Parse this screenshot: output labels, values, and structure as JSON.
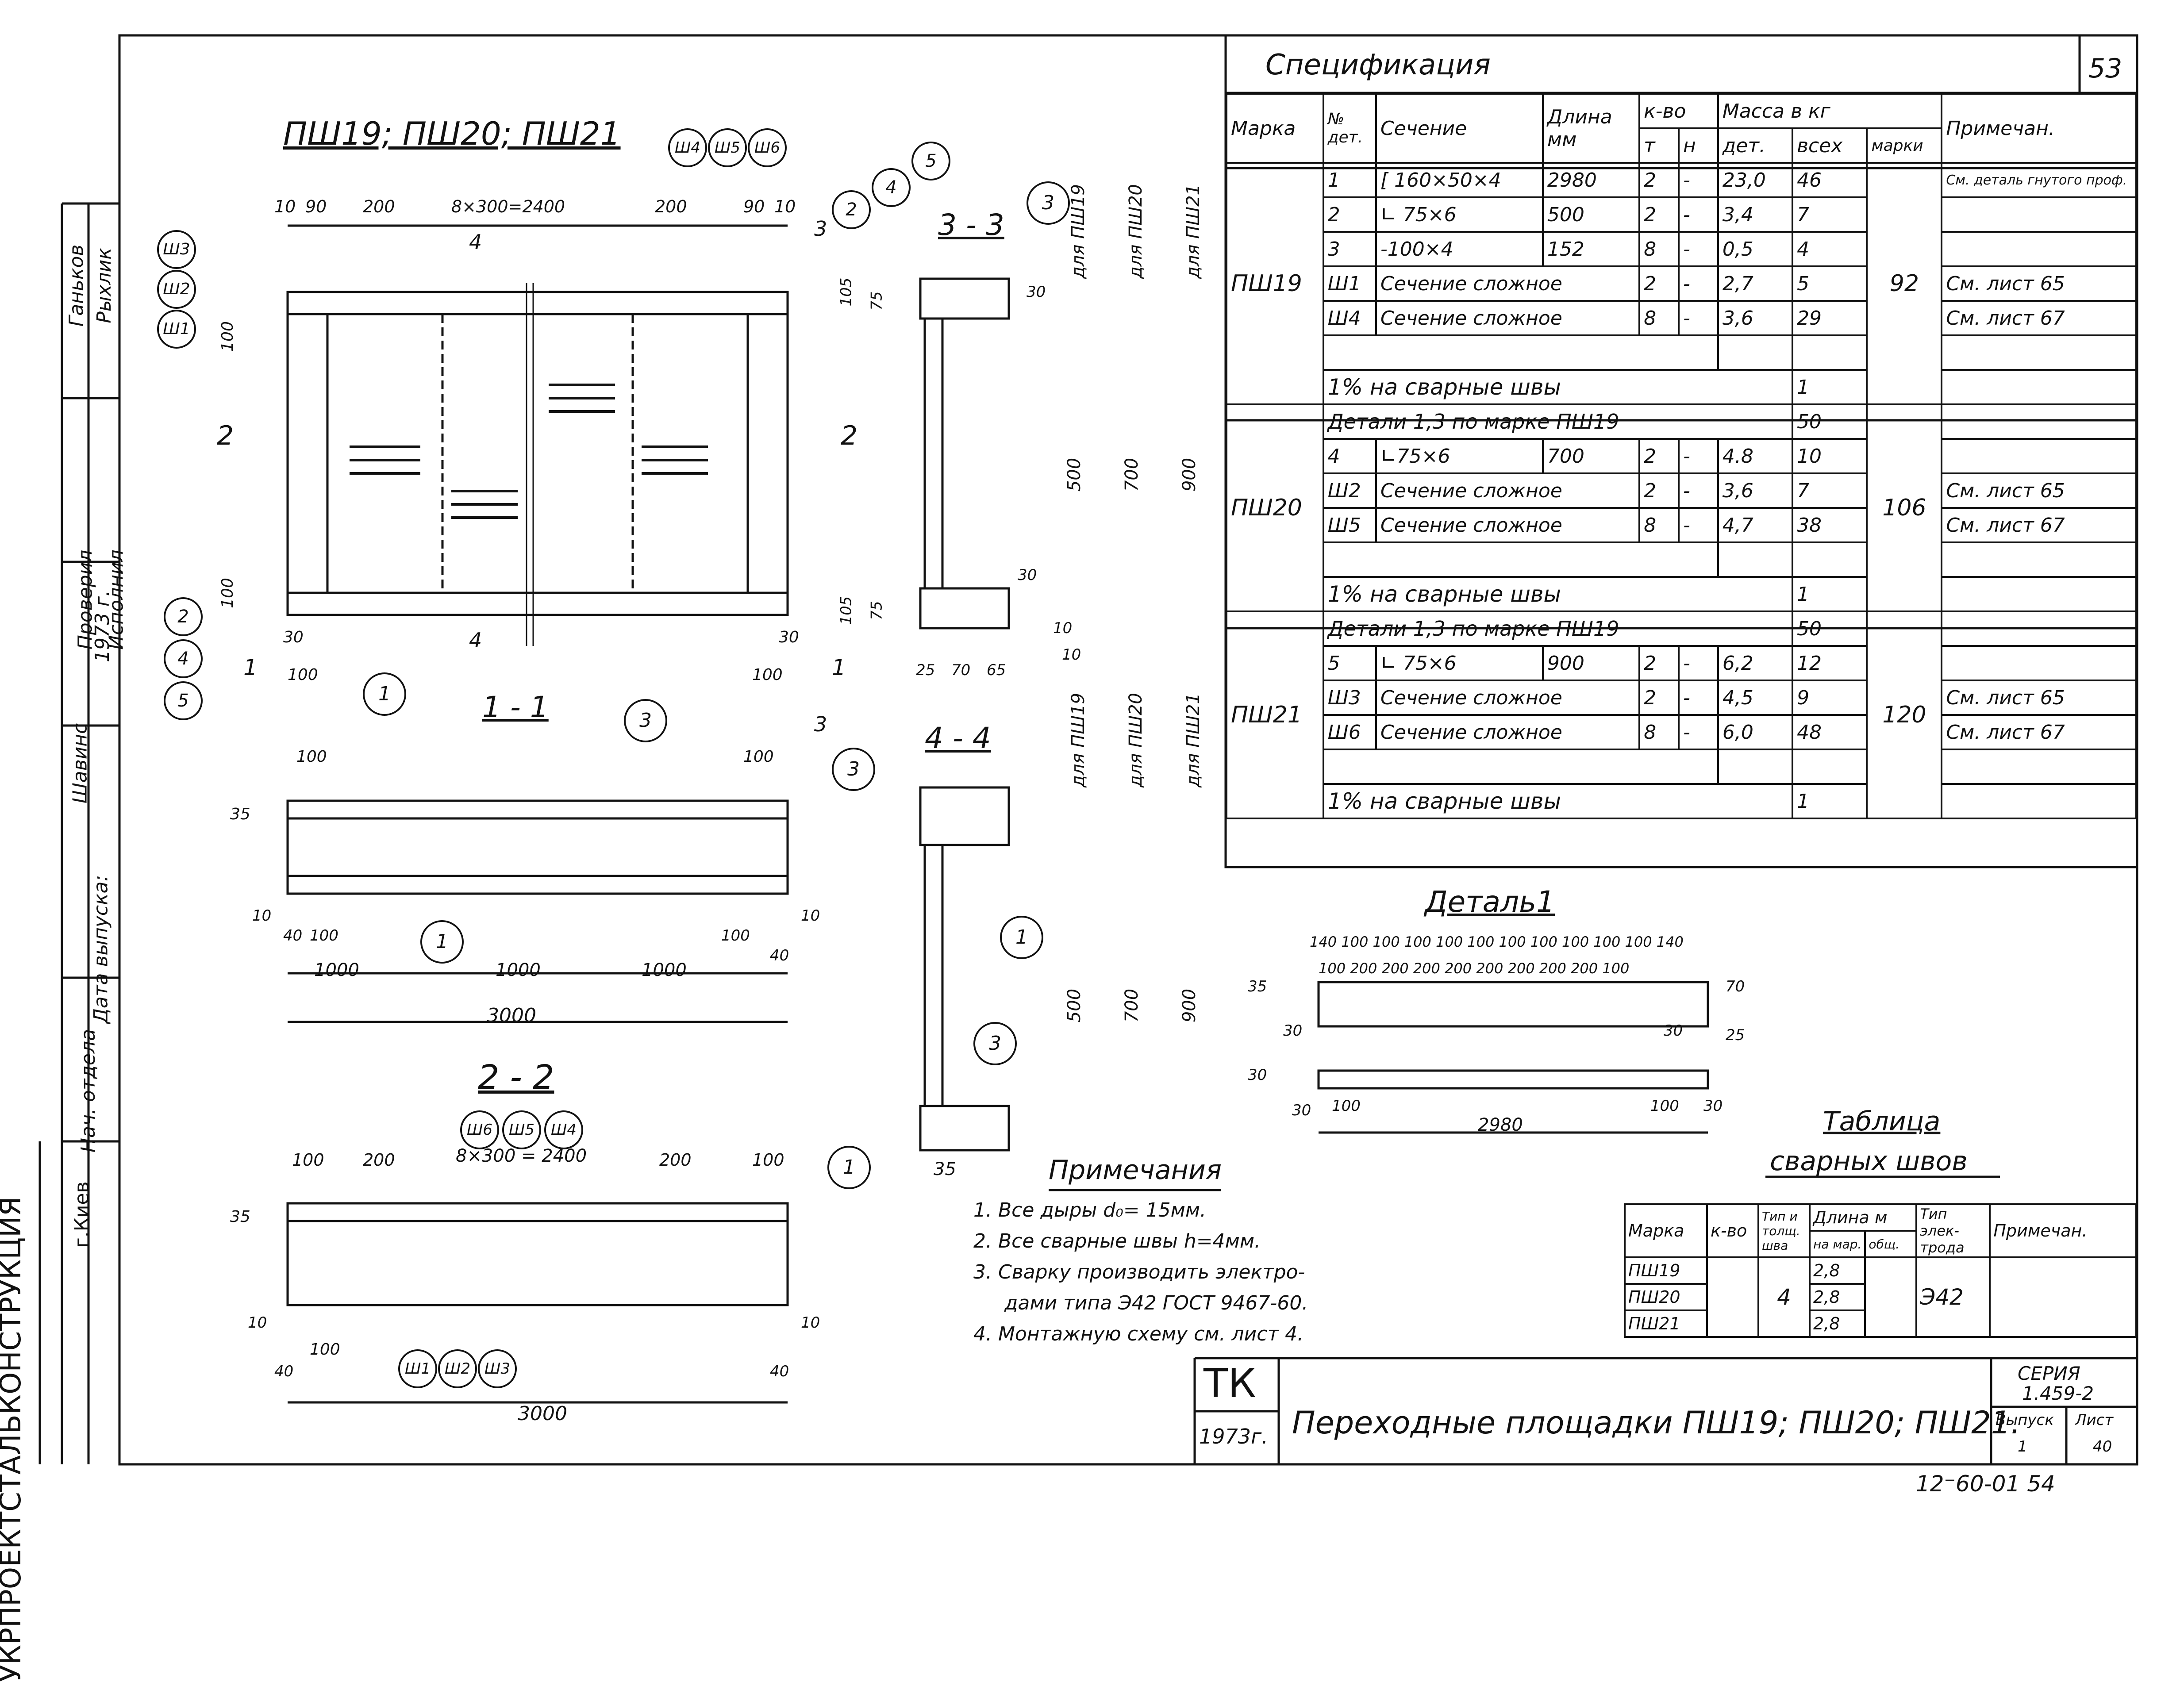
{
  "sheet_number_top": "53",
  "main_title": "ПШ19; ПШ20; ПШ21",
  "views": {
    "section_3_3": "3 - 3",
    "section_4_4": "4 - 4",
    "section_1_1": "1 - 1",
    "section_2_2": "2 - 2",
    "detail_1": "Деталь1"
  },
  "top_dims": {
    "d1": "10",
    "d2": "90",
    "d3": "200",
    "d4": "8×300=2400",
    "d5": "200",
    "d6": "90",
    "d7": "10"
  },
  "plan_labels": {
    "left_100a": "100",
    "left_100b": "100",
    "cut_2_left": "2",
    "cut_2_right": "2",
    "cut_1_left": "1",
    "cut_1_right": "1",
    "cut_3_top": "3",
    "cut_3_bottom": "3",
    "cut_4_top": "4",
    "cut_4_bottom": "4",
    "bottom_30": "30",
    "bottom_100a": "100",
    "bottom_30b": "30",
    "bottom_100b": "100"
  },
  "callouts": {
    "sh3": "Ш3",
    "sh2": "Ш2",
    "sh1": "Ш1",
    "sh4": "Ш4",
    "sh5": "Ш5",
    "sh6": "Ш6",
    "c1": "1",
    "c2": "2",
    "c3": "3",
    "c4": "4",
    "c5": "5"
  },
  "section33_dims": {
    "d105a": "105",
    "d75a": "75",
    "d30a": "30",
    "d500": "500",
    "d700": "700",
    "d900": "900",
    "for_19": "для ПШ19",
    "for_20": "для ПШ20",
    "for_21": "для ПШ21",
    "d30b": "30",
    "d105b": "105",
    "d75b": "75",
    "d10a": "10",
    "d10b": "10",
    "d25": "25",
    "d70": "70",
    "d65": "65"
  },
  "section11_dims": {
    "d100a": "100",
    "d100b": "100",
    "d35": "35",
    "d10": "10",
    "d40": "40",
    "d100c": "100",
    "d100d": "100",
    "d10b": "10",
    "d40b": "40",
    "d1000a": "1000",
    "d1000b": "1000",
    "d1000c": "1000",
    "d3000": "3000"
  },
  "section22_dims": {
    "d100a": "100",
    "d200a": "200",
    "d8x300": "8×300 = 2400",
    "d200b": "200",
    "d100b": "100",
    "d35": "35",
    "d10": "10",
    "d40": "40",
    "d100c": "100",
    "d10b": "10",
    "d40b": "40",
    "d3000": "3000"
  },
  "section44_dims": {
    "d500": "500",
    "d700": "700",
    "d900": "900",
    "for_19": "для ПШ19",
    "for_20": "для ПШ20",
    "for_21": "для ПШ21",
    "d35": "35"
  },
  "detail1_dims": {
    "top_row": "140 100 100 100 100 100 100 100 100 100 100 140",
    "second_row": "100 200 200 200 200 200 200 200 200 100",
    "d35": "35",
    "d70": "70",
    "d30a": "30",
    "d30b": "30",
    "d25": "25",
    "d30c": "30",
    "d30d": "30",
    "d100a": "100",
    "d100b": "100",
    "d30e": "30",
    "d2980": "2980"
  },
  "spec": {
    "title": "Спецификация",
    "headers": {
      "marka": "Марка",
      "no": "№ дет.",
      "section": "Сечение",
      "length": "Длина мм",
      "qty": "к-во",
      "t": "т",
      "n": "н",
      "mass": "Масса в кг",
      "det": "дет.",
      "all": "всех",
      "marki": "марки",
      "note": "Примечан."
    },
    "groups": [
      {
        "marka": "ПШ19",
        "mass_total": "92",
        "rows": [
          {
            "no": "1",
            "section": "[ 160×50×4",
            "length": "2980",
            "t": "2",
            "n": "-",
            "det": "23,0",
            "all": "46",
            "note": "См. деталь гнутого проф."
          },
          {
            "no": "2",
            "section": "∟ 75×6",
            "length": "500",
            "t": "2",
            "n": "-",
            "det": "3,4",
            "all": "7",
            "note": ""
          },
          {
            "no": "3",
            "section": "-100×4",
            "length": "152",
            "t": "8",
            "n": "-",
            "det": "0,5",
            "all": "4",
            "note": ""
          },
          {
            "no": "Ш1",
            "section": "Сечение сложное",
            "length": "",
            "t": "2",
            "n": "-",
            "det": "2,7",
            "all": "5",
            "note": "См. лист 65"
          },
          {
            "no": "Ш4",
            "section": "Сечение сложное",
            "length": "",
            "t": "8",
            "n": "-",
            "det": "3,6",
            "all": "29",
            "note": "См. лист 67"
          }
        ],
        "weld_row": "1% на сварные швы",
        "weld_val": "1"
      },
      {
        "marka": "ПШ20",
        "mass_total": "106",
        "details_note": "Детали 1,3 по марке ПШ19",
        "details_val": "50",
        "rows": [
          {
            "no": "4",
            "section": "∟75×6",
            "length": "700",
            "t": "2",
            "n": "-",
            "det": "4.8",
            "all": "10",
            "note": ""
          },
          {
            "no": "Ш2",
            "section": "Сечение сложное",
            "length": "",
            "t": "2",
            "n": "-",
            "det": "3,6",
            "all": "7",
            "note": "См. лист 65"
          },
          {
            "no": "Ш5",
            "section": "Сечение сложное",
            "length": "",
            "t": "8",
            "n": "-",
            "det": "4,7",
            "all": "38",
            "note": "См. лист 67"
          }
        ],
        "weld_row": "1% на сварные швы",
        "weld_val": "1"
      },
      {
        "marka": "ПШ21",
        "mass_total": "120",
        "details_note": "Детали 1,3 по марке ПШ19",
        "details_val": "50",
        "rows": [
          {
            "no": "5",
            "section": "∟ 75×6",
            "length": "900",
            "t": "2",
            "n": "-",
            "det": "6,2",
            "all": "12",
            "note": ""
          },
          {
            "no": "Ш3",
            "section": "Сечение сложное",
            "length": "",
            "t": "2",
            "n": "-",
            "det": "4,5",
            "all": "9",
            "note": "См. лист 65"
          },
          {
            "no": "Ш6",
            "section": "Сечение сложное",
            "length": "",
            "t": "8",
            "n": "-",
            "det": "6,0",
            "all": "48",
            "note": "См. лист 67"
          }
        ],
        "weld_row": "1% на сварные швы",
        "weld_val": "1"
      }
    ]
  },
  "notes": {
    "title": "Примечания",
    "items": [
      "1. Все дыры d₀= 15мм.",
      "2. Все сварные швы h=4мм.",
      "3. Сварку производить электро-",
      "дами типа Э42 ГОСТ 9467-60.",
      "4. Монтажную схему см. лист 4."
    ]
  },
  "weld_table": {
    "title1": "Таблица",
    "title2": "сварных швов",
    "headers": {
      "marka": "Марка",
      "qty": "к-во",
      "type": "Тип и толщ. шва",
      "length": "Длина м",
      "per": "на мар.",
      "total": "общ.",
      "electrode": "Тип элек- трода",
      "note": "Примечан."
    },
    "rows": [
      {
        "marka": "ПШ19",
        "per": "2,8"
      },
      {
        "marka": "ПШ20",
        "per": "2,8"
      },
      {
        "marka": "ПШ21",
        "per": "2,8"
      }
    ],
    "type_val": "4",
    "electrode_val": "Э42"
  },
  "stamp": {
    "tk": "ТК",
    "year": "1973г.",
    "title": "Переходные площадки ПШ19; ПШ20; ПШ21.",
    "series_label": "СЕРИЯ",
    "series_val": "1.459-2",
    "issue_label": "Выпуск",
    "issue_val": "1",
    "sheet_label": "Лист",
    "sheet_val": "40"
  },
  "bottom_number": "12⁻60-01 54",
  "side_stamp": {
    "org": "УКРПРОЕКТСТАЛЬКОНСТРУКЦИЯ",
    "city": "г.Киев",
    "rows": [
      {
        "role": "Нач. отдела",
        "sign": "",
        "name": ""
      },
      {
        "role": "Шавинс",
        "sign": "",
        "name": "1973 г."
      },
      {
        "role": "Проверил",
        "sign": "",
        "name": "Ганьков"
      },
      {
        "role": "Исполнил",
        "sign": "",
        "name": "Рыхлик"
      }
    ],
    "date": "Дата выпуска:",
    "names": [
      "Ганьков",
      "Рыхлик"
    ]
  }
}
